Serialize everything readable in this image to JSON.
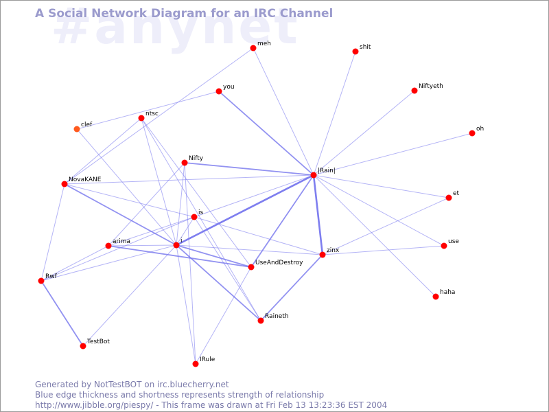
{
  "watermark": "#anynet",
  "title": "A Social Network Diagram for an IRC Channel",
  "footer": {
    "line1": "Generated by NotTestBOT on irc.bluecherry.net",
    "line2": "Blue edge thickness and shortness represents strength of relationship",
    "line3": "http://www.jibble.org/piespy/ - This frame was drawn at Fri Feb 13 13:23:36 EST 2004"
  },
  "colors": {
    "node": "#ff0000",
    "node_faded": "#ff5a1e",
    "edge": "#7777ee",
    "watermark": "#eeeefa",
    "title": "#9b9bcd",
    "footer": "#7a7aaa"
  },
  "nodes": [
    {
      "id": "meh"
    },
    {
      "id": "shit"
    },
    {
      "id": "you"
    },
    {
      "id": "Niftyeth"
    },
    {
      "id": "ntsc"
    },
    {
      "id": "clef",
      "faded": true
    },
    {
      "id": "oh"
    },
    {
      "id": "Nifty"
    },
    {
      "id": "|Rain|"
    },
    {
      "id": "NovaKANE"
    },
    {
      "id": "et"
    },
    {
      "id": "is"
    },
    {
      "id": "use"
    },
    {
      "id": "arima"
    },
    {
      "id": "i"
    },
    {
      "id": "zinx"
    },
    {
      "id": "UseAndDestroy"
    },
    {
      "id": "Rwf"
    },
    {
      "id": "haha"
    },
    {
      "id": "Raineth"
    },
    {
      "id": "TestBot"
    },
    {
      "id": "IRule"
    }
  ],
  "edges": [
    {
      "source": "|Rain|",
      "target": "meh",
      "weight": 1
    },
    {
      "source": "|Rain|",
      "target": "shit",
      "weight": 1
    },
    {
      "source": "|Rain|",
      "target": "you",
      "weight": 2
    },
    {
      "source": "|Rain|",
      "target": "Niftyeth",
      "weight": 1
    },
    {
      "source": "|Rain|",
      "target": "oh",
      "weight": 1
    },
    {
      "source": "|Rain|",
      "target": "Nifty",
      "weight": 2
    },
    {
      "source": "|Rain|",
      "target": "is",
      "weight": 1
    },
    {
      "source": "|Rain|",
      "target": "i",
      "weight": 3
    },
    {
      "source": "|Rain|",
      "target": "UseAndDestroy",
      "weight": 2
    },
    {
      "source": "|Rain|",
      "target": "zinx",
      "weight": 3
    },
    {
      "source": "|Rain|",
      "target": "et",
      "weight": 1
    },
    {
      "source": "|Rain|",
      "target": "use",
      "weight": 1
    },
    {
      "source": "|Rain|",
      "target": "haha",
      "weight": 1
    },
    {
      "source": "|Rain|",
      "target": "NovaKANE",
      "weight": 1
    },
    {
      "source": "meh",
      "target": "NovaKANE",
      "weight": 1
    },
    {
      "source": "you",
      "target": "clef",
      "weight": 1
    },
    {
      "source": "ntsc",
      "target": "NovaKANE",
      "weight": 1
    },
    {
      "source": "ntsc",
      "target": "i",
      "weight": 1
    },
    {
      "source": "ntsc",
      "target": "UseAndDestroy",
      "weight": 1
    },
    {
      "source": "ntsc",
      "target": "Raineth",
      "weight": 1
    },
    {
      "source": "clef",
      "target": "i",
      "weight": 1
    },
    {
      "source": "Nifty",
      "target": "arima",
      "weight": 1
    },
    {
      "source": "Nifty",
      "target": "i",
      "weight": 1
    },
    {
      "source": "Nifty",
      "target": "IRule",
      "weight": 1
    },
    {
      "source": "NovaKANE",
      "target": "is",
      "weight": 1
    },
    {
      "source": "NovaKANE",
      "target": "i",
      "weight": 2
    },
    {
      "source": "NovaKANE",
      "target": "Rwf",
      "weight": 1
    },
    {
      "source": "is",
      "target": "arima",
      "weight": 1
    },
    {
      "source": "is",
      "target": "Rwf",
      "weight": 1
    },
    {
      "source": "is",
      "target": "zinx",
      "weight": 1
    },
    {
      "source": "is",
      "target": "i",
      "weight": 1
    },
    {
      "source": "is",
      "target": "Raineth",
      "weight": 1
    },
    {
      "source": "arima",
      "target": "i",
      "weight": 1
    },
    {
      "source": "arima",
      "target": "UseAndDestroy",
      "weight": 2
    },
    {
      "source": "arima",
      "target": "Rwf",
      "weight": 1
    },
    {
      "source": "i",
      "target": "zinx",
      "weight": 1
    },
    {
      "source": "i",
      "target": "UseAndDestroy",
      "weight": 2
    },
    {
      "source": "i",
      "target": "Raineth",
      "weight": 2
    },
    {
      "source": "i",
      "target": "TestBot",
      "weight": 1
    },
    {
      "source": "i",
      "target": "IRule",
      "weight": 1
    },
    {
      "source": "i",
      "target": "Rwf",
      "weight": 1
    },
    {
      "source": "zinx",
      "target": "Raineth",
      "weight": 2
    },
    {
      "source": "zinx",
      "target": "et",
      "weight": 1
    },
    {
      "source": "zinx",
      "target": "use",
      "weight": 1
    },
    {
      "source": "UseAndDestroy",
      "target": "IRule",
      "weight": 1
    },
    {
      "source": "Rwf",
      "target": "TestBot",
      "weight": 2
    }
  ]
}
